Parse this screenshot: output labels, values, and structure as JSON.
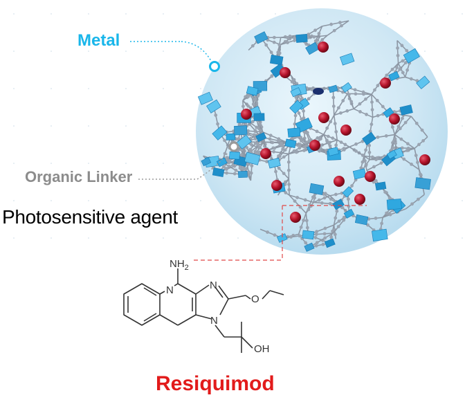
{
  "labels": {
    "metal": "Metal",
    "organic_linker": "Organic Linker",
    "photosensitive_agent": "Photosensitive agent",
    "drug": "Resiquimod"
  },
  "molecule": {
    "amine": "NH",
    "amine_subscript": "2",
    "ring_n1": "N",
    "ring_n2": "N",
    "ring_n3": "N",
    "ether_o": "O",
    "hydroxyl": "OH"
  },
  "colors": {
    "metal_accent": "#19b6ea",
    "linker_gray": "#8c8c8c",
    "drug_red": "#e21b1b",
    "cluster_blue": "#2fa8e0",
    "payload_red": "#b3122a",
    "guide_red": "#e04848"
  }
}
